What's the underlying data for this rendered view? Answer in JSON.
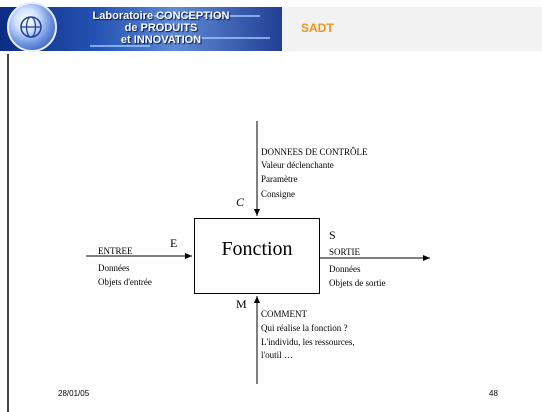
{
  "header": {
    "lab_line1": "Laboratoire CONCEPTION",
    "lab_line2": "de PRODUITS",
    "lab_line3": "et INNOVATION",
    "slide_title": "SADT",
    "title_color": "#F09418",
    "banner_color": "#1F4AA8"
  },
  "diagram": {
    "function_label": "Fonction",
    "control": {
      "letter": "C",
      "title": "DONNEES DE CONTRÔLE",
      "items": [
        "Valeur déclenchante",
        "Paramètre",
        "Consigne"
      ]
    },
    "input": {
      "letter": "E",
      "title": "ENTREE",
      "items": [
        "Données",
        "Objets d'entrée"
      ]
    },
    "output": {
      "letter": "S",
      "title": "SORTIE",
      "items": [
        "Données",
        "Objets de sortie"
      ]
    },
    "mechanism": {
      "letter": "M",
      "title": "COMMENT",
      "items": [
        "Qui réalise la fonction ?",
        "L'individu, les ressources,",
        "l'outil …"
      ]
    }
  },
  "footer": {
    "date": "28/01/05",
    "page": "48"
  }
}
